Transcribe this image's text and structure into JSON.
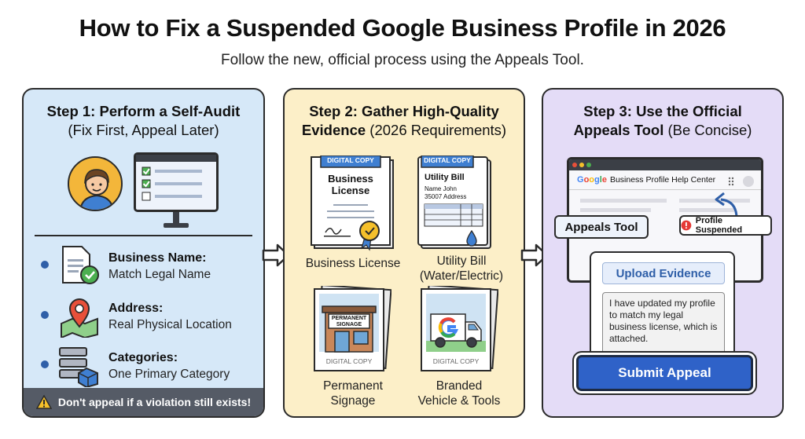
{
  "header": {
    "title": "How to Fix a Suspended Google Business Profile in 2026",
    "subtitle": "Follow the new, official process using the Appeals Tool."
  },
  "step1": {
    "title_bold": "Step 1: Perform a Self-Audit",
    "title_sub": "(Fix First, Appeal Later)",
    "items": [
      {
        "label": "Business Name:",
        "value": "Match Legal Name",
        "icon": "document-check-icon"
      },
      {
        "label": "Address:",
        "value": "Real Physical Location",
        "icon": "map-pin-icon"
      },
      {
        "label": "Categories:",
        "value": "One Primary Category",
        "icon": "category-stack-icon"
      }
    ],
    "warning": "Don't appeal if a violation still exists!"
  },
  "step2": {
    "title_line1": "Step 2: Gather High-Quality",
    "title_line2_bold": "Evidence",
    "title_line2_rest": "(2026 Requirements)",
    "tag": "DIGITAL COPY",
    "license_doc_title": "Business License",
    "utility_doc_title": "Utility Bill",
    "utility_doc_name": "Name John",
    "utility_doc_address": "35007 Address",
    "signage_text": "PERMANENT SIGNAGE",
    "caption_license": "Business License",
    "caption_utility_line1": "Utility Bill",
    "caption_utility_line2": "(Water/Electric)",
    "caption_signage_line1": "Permanent",
    "caption_signage_line2": "Signage",
    "caption_vehicle_line1": "Branded",
    "caption_vehicle_line2": "Vehicle & Tools"
  },
  "step3": {
    "title_line1": "Step 3: Use the Official",
    "title_line2_bold": "Appeals Tool",
    "title_line2_rest": "(Be Concise)",
    "browser_site": "Business Profile Help Center",
    "appeals_tool_label": "Appeals Tool",
    "suspended_badge": "Profile Suspended",
    "upload_button": "Upload Evidence",
    "message": "I have updated my profile to match my legal business license, which is attached.",
    "submit_button": "Submit Appeal"
  },
  "colors": {
    "step1_bg": "#d6e8f8",
    "step2_bg": "#fcefc8",
    "step3_bg": "#e4dcf7",
    "accent_blue": "#2f62c8",
    "alert_red": "#e53935"
  }
}
